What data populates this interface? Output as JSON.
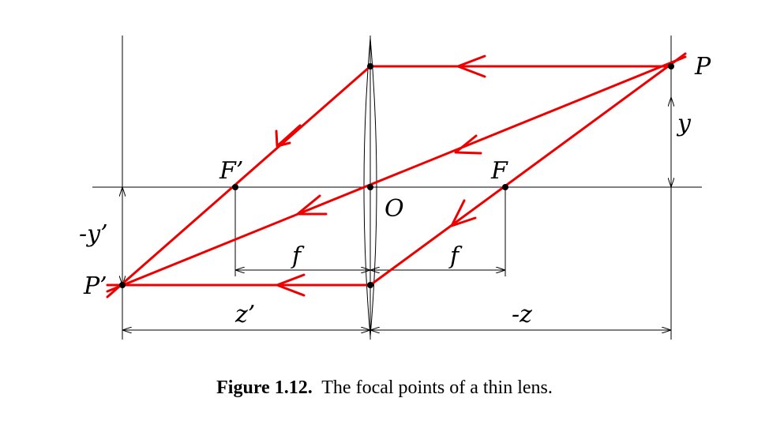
{
  "diagram": {
    "labels": {
      "P": "P",
      "P_prime": "P’",
      "F": "F",
      "F_prime": "F’",
      "O": "O",
      "y": "y",
      "neg_y_prime": "-y’",
      "f_left": "f",
      "f_right": "f",
      "z_prime": "z’",
      "neg_z": "-z"
    },
    "colors": {
      "ray": "#ee0000",
      "line": "#000000",
      "background": "#ffffff"
    }
  },
  "caption": {
    "label": "Figure 1.12.",
    "text": "The focal points of a thin lens."
  }
}
